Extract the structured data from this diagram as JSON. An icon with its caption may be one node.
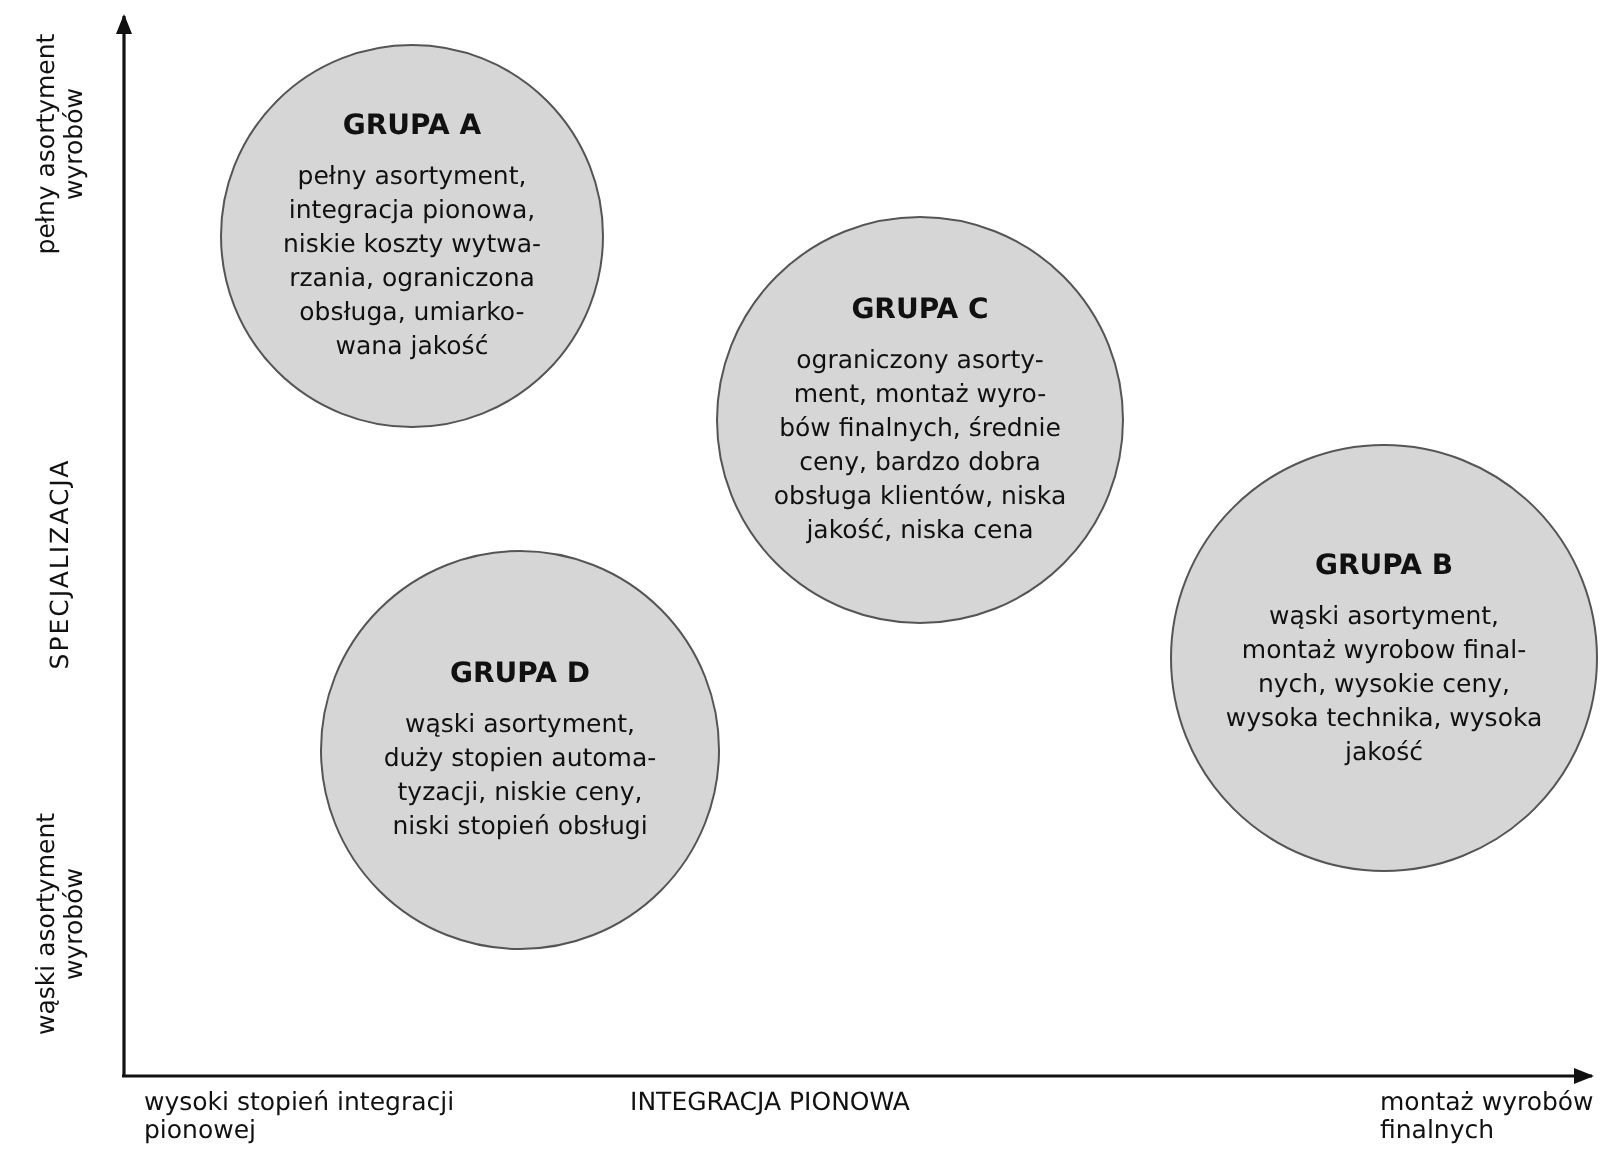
{
  "diagram": {
    "nodes": [
      {
        "text": [
          "GRUPA A",
          "pełny asortyment, integracja pionowa, niskie koszty wytwa- rzania, ograniczona obsługa, umiarko- wana jakość"
        ]
      },
      {
        "text": [
          "GRUPA C",
          "ograniczony asorty- ment, montaż wyro- bów finalnych, średnie ceny, bardzo dobra obsługa klientów, niska jakość, niska cena"
        ]
      },
      {
        "text": [
          "GRUPA B",
          "wąski asortyment, montaż wyrobow final- nych, wysokie ceny, wysoka technika, wysoka jakość"
        ]
      },
      {
        "text": [
          "GRUPA D",
          "wąski asortyment, duży stopien automa- tyzacji, niskie ceny, niski stopień obsługi"
        ]
      }
    ],
    "labels": [
      "pełny asortyment wyrobów",
      "SPECJALIZACJA",
      "wąski asortyment wyrobów",
      "wysoki stopień integracji pionowej",
      "INTEGRACJA PIONOWA",
      "montaż wyrobów finalnych"
    ]
  }
}
